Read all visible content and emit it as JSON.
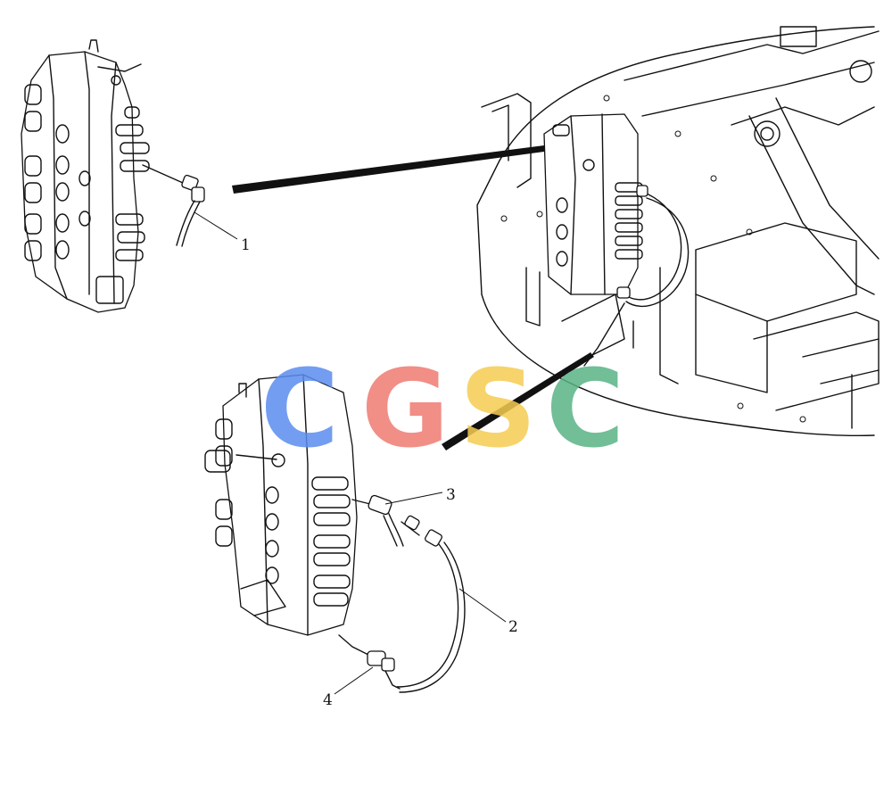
{
  "callouts": [
    {
      "id": "1",
      "label": "1"
    },
    {
      "id": "2",
      "label": "2"
    },
    {
      "id": "3",
      "label": "3"
    },
    {
      "id": "4",
      "label": "4"
    }
  ],
  "watermark": {
    "letters": [
      "C",
      "G",
      "S",
      "C"
    ],
    "colors": [
      "#5b8def",
      "#ef7b72",
      "#f5cd52",
      "#59b386"
    ]
  }
}
